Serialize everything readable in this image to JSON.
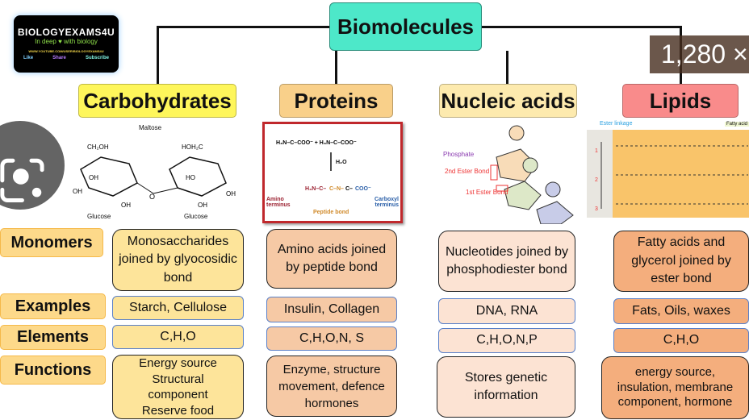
{
  "title": "Biomolecules",
  "logo": {
    "name": "BIOLOGYEXAMS4U",
    "tagline": "In deep ♥ with biology",
    "url": "WWW.YOUTUBE.COM/USER/BIOLOGYEXAMS4U",
    "links": [
      "Like",
      "Share",
      "Subscribe"
    ]
  },
  "categories": [
    {
      "label": "Carbohydrates",
      "color": "#fef65b"
    },
    {
      "label": "Proteins",
      "color": "#f9d08a"
    },
    {
      "label": "Nucleic acids",
      "color": "#fdeaae"
    },
    {
      "label": "Lipids",
      "color": "#f98b8b"
    }
  ],
  "row_labels": [
    "Monomers",
    "Examples",
    "Elements",
    "Functions"
  ],
  "figures": {
    "carb": {
      "title": "Maltose",
      "left": "Glucose",
      "right": "Glucose"
    },
    "protein": {
      "amino": "Amino terminus",
      "carboxyl": "Carboxyl terminus",
      "bond": "Peptide bond",
      "water": "H₂O"
    },
    "nucleic": {
      "phosphate": "Phosphate",
      "bond2": "2nd Ester Bond",
      "bond1": "1st Ester Bond"
    },
    "lipid": {
      "linkage": "Ester linkage",
      "tag": "Fatty acid"
    }
  },
  "columns": [
    {
      "color": "#fde49a",
      "monomers": "Monosaccharides joined by glyocosidic bond",
      "examples": "Starch, Cellulose",
      "elements": "C,H,O",
      "functions": "Energy source Structural component Reserve food"
    },
    {
      "color": "#f6c9a5",
      "monomers": "Amino acids joined by peptide bond",
      "examples": "Insulin, Collagen",
      "elements": "C,H,O,N, S",
      "functions": "Enzyme, structure movement, defence hormones"
    },
    {
      "color": "#fce3d3",
      "monomers": "Nucleotides joined by phosphodiester bond",
      "examples": "DNA, RNA",
      "elements": "C,H,O,N,P",
      "functions": "Stores genetic information"
    },
    {
      "color": "#f4ae7d",
      "monomers": "Fatty acids and glycerol joined by ester bond",
      "examples": "Fats, Oils, waxes",
      "elements": "C,H,O",
      "functions": "energy source, insulation, membrane component, hormone"
    }
  ],
  "overlay": {
    "resolution": "1,280 ×"
  }
}
